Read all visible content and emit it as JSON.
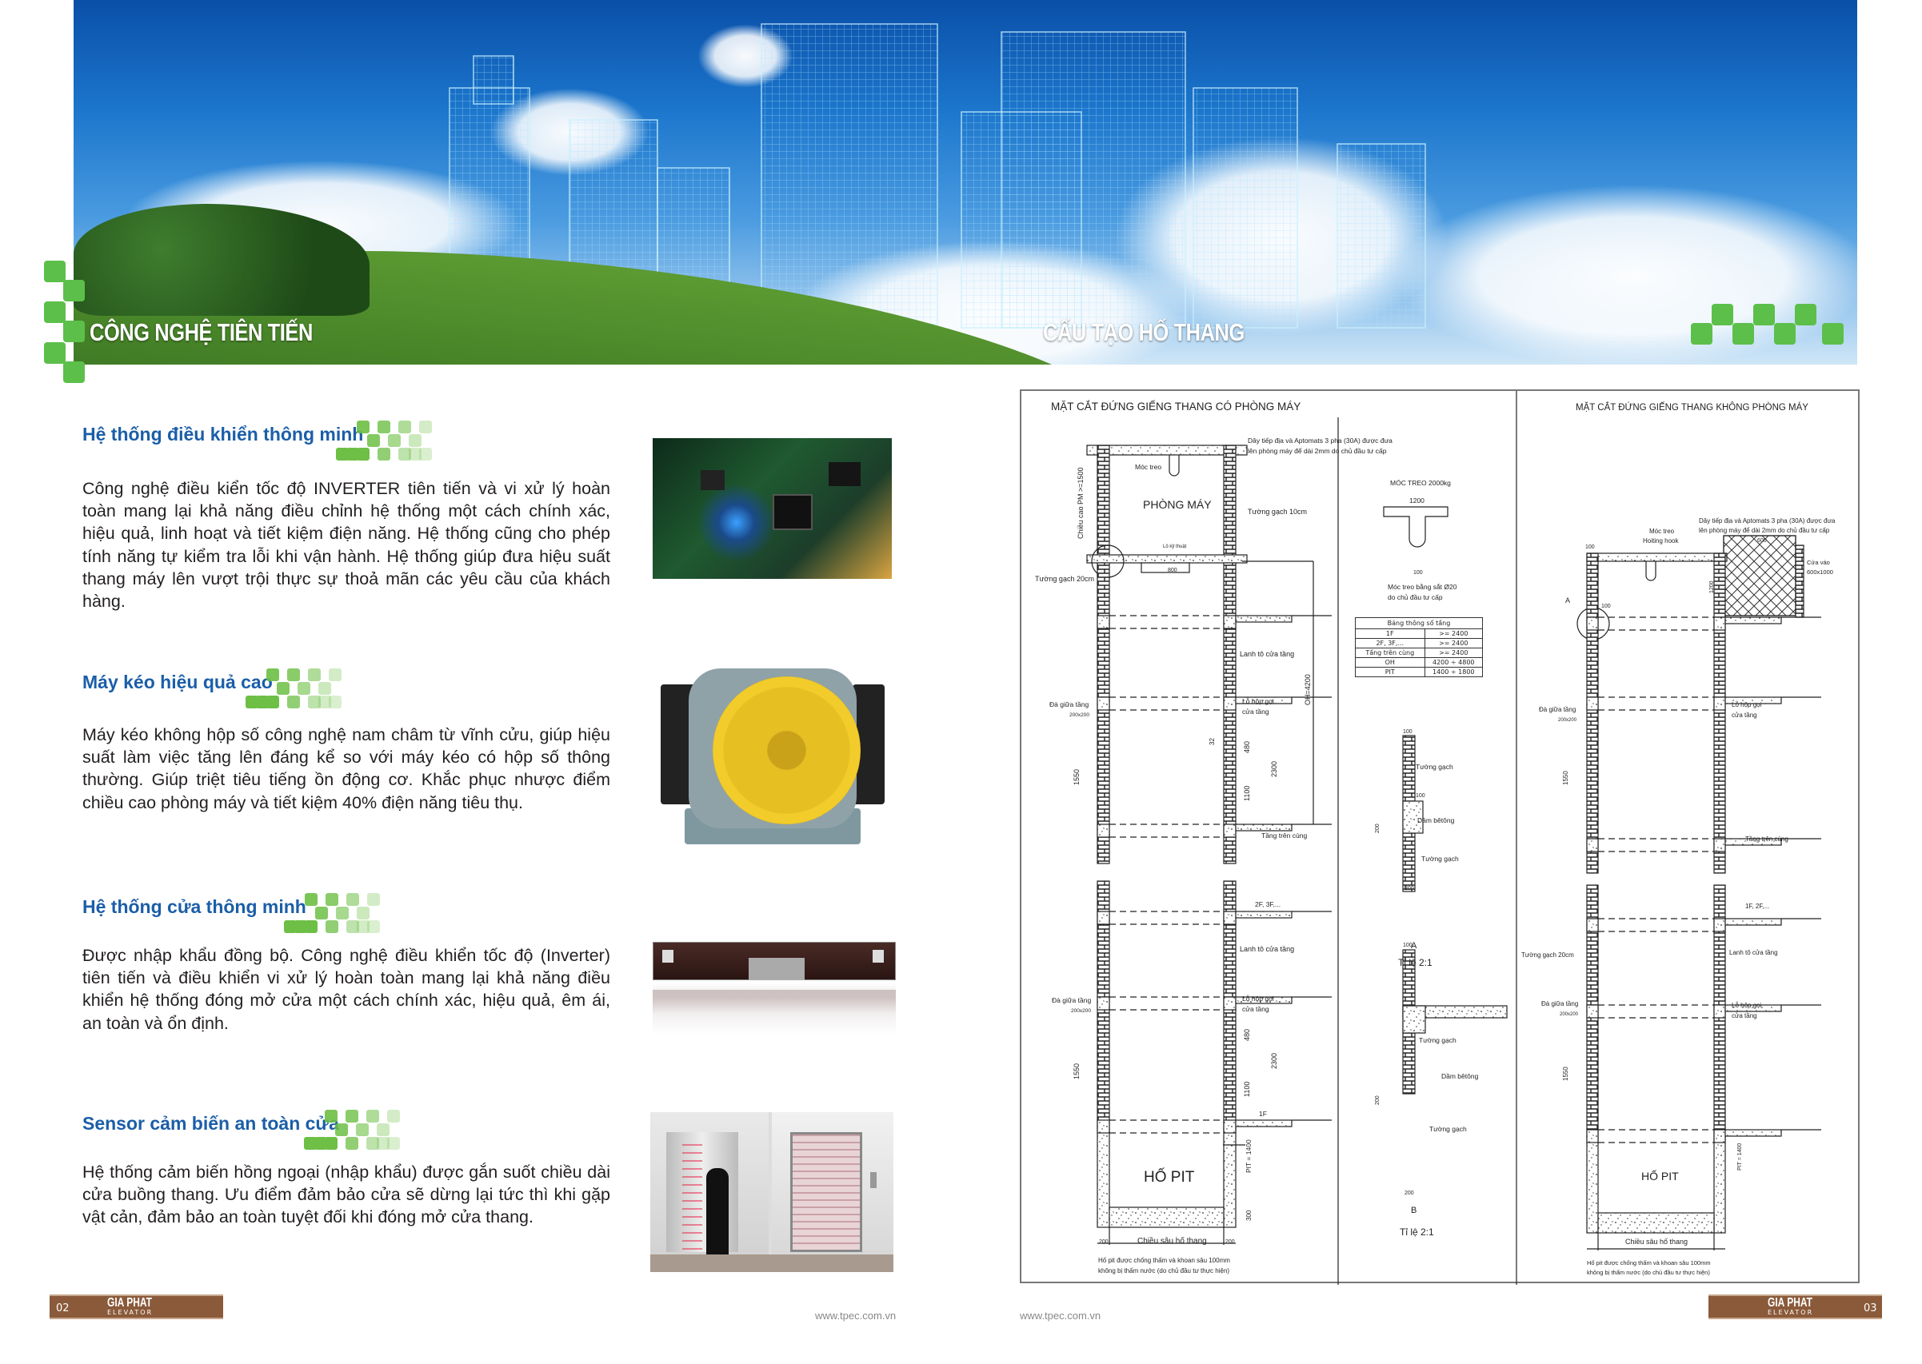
{
  "banner": {
    "left_title": "CÔNG NGHỆ TIÊN TIẾN",
    "right_title": "CẤU TẠO HỐ THANG"
  },
  "colors": {
    "heading_blue": "#1b5ea8",
    "accent_green": "#5cbf4a",
    "footer_brown": "#8a5a3a"
  },
  "features": [
    {
      "heading": "Hệ thống điều khiển thông minh",
      "body": "Công nghệ điều kiển tốc độ INVERTER tiên tiến và vi xử lý hoàn toàn mang lại khả năng điều chỉnh hệ thống một cách chính xác, hiệu quả, linh hoạt và tiết kiệm điện năng. Hệ thống cũng cho phép tính năng tự kiểm tra lỗi khi vận hành. Hệ thống giúp đưa hiệu suất thang máy lên vượt trội thực sự thoả mãn các yêu cầu của khách hàng.",
      "image": "circuit-board-photo"
    },
    {
      "heading": "Máy kéo hiệu quả cao",
      "body": "Máy kéo không hộp số công nghệ nam châm từ vĩnh cửu, giúp hiệu suất làm việc tăng lên đáng kể so với máy kéo có hộp số thông thường. Giúp triệt tiêu tiếng ồn động cơ. Khắc phục nhược điểm chiều cao phòng máy và tiết kiệm 40% điện năng tiêu thụ.",
      "image": "traction-machine-photo"
    },
    {
      "heading": "Hệ thống cửa thông minh",
      "body": "Được nhập khẩu đồng bộ. Công nghệ điều khiển tốc độ (Inverter) tiên tiến và điều khiển vi xử lý hoàn toàn mang lại khả năng điều khiển hệ thống đóng mở cửa một cách chính xác, hiệu quả, êm ái, an toàn và ổn định.",
      "image": "door-operator-photo"
    },
    {
      "heading": "Sensor cảm biến an toàn cửa",
      "body": "Hệ thống cảm biến hồng ngoại (nhập khẩu) được gắn suốt chiều dài cửa buồng thang. Ưu điểm đảm bảo cửa sẽ dừng lại tức thì khi gặp vật cản, đảm bảo an toàn tuyệt đối khi đóng mở cửa thang.",
      "image": "door-sensor-photo"
    }
  ],
  "diagram": {
    "title_with_room": "MẶT CẮT ĐỨNG GIẾNG THANG CÓ PHÒNG MÁY",
    "title_without_room": "MẶT CẮT ĐỨNG GIẾNG THANG KHÔNG PHÒNG MÁY",
    "labels": {
      "cable1": "Dây tiếp địa và Aptomats 3 pha (30A) được đưa",
      "cable2": "lên phòng máy để dài 2mm do chủ đầu tư cấp",
      "hook": "Móc treo",
      "machine_room": "PHÒNG MÁY",
      "wall10": "Tường gạch 10cm",
      "room_height": "Chiều cao PM >=1500",
      "tech_hole": "Lô kỹ thuật",
      "d800": "800",
      "d100": "100",
      "d200": "200",
      "d300": "300",
      "wall20": "Tường gạch 20cm",
      "lintel": "Lanh tô cửa tầng",
      "oh": "OH=4200",
      "beam": "Đà giữa tầng",
      "beam_size": "200x200",
      "call_box1": "Lỗ hộp gọi",
      "call_box2": "cửa tầng",
      "d1550": "1550",
      "d480": "480",
      "d1100": "1100",
      "d2300": "2300",
      "d32": "32",
      "top_floor": "Tầng trên cùng",
      "floors_2f": "2F, 3F,...",
      "floor_1f": "1F",
      "pit": "HỐ PIT",
      "pit_depth": "PIT = 1400",
      "shaft_depth": "Chiều sâu hố thang",
      "pit_note1": "Hố pit được chống thấm và khoan sâu 100mm",
      "pit_note2": "không bị thấm nước (do chủ đầu tư thực hiện)",
      "hook_title": "MÓC TREO 2000kg",
      "d1200": "1200",
      "hook_note1": "Móc treo bằng sắt Ø20",
      "hook_note2": "do chủ đầu tư cấp",
      "brick": "Tường gạch",
      "concrete_beam": "Dầm bêtông",
      "detail_a": "A",
      "detail_b": "B",
      "scale": "Tỉ lệ 2:1",
      "hoist_hook": "Hoiting hook",
      "d600": "600",
      "access_door": "Cửa vào",
      "access_size": "600x1000",
      "floors_1f2f": "1F, 2F,..."
    },
    "floor_table": {
      "title": "Bảng thông số tầng",
      "rows": [
        [
          "1F",
          ">= 2400"
        ],
        [
          "2F, 3F,...",
          ">= 2400"
        ],
        [
          "Tầng trên cùng",
          ">= 2400"
        ],
        [
          "OH",
          "4200 ÷ 4800"
        ],
        [
          "PIT",
          "1400 ÷ 1800"
        ]
      ]
    }
  },
  "footer": {
    "brand": "GIA PHAT",
    "brand_sub": "ELEVATOR",
    "page_left": "02",
    "page_right": "03",
    "url_left": "www.tpec.com.vn",
    "url_right": "www.tpec.com.vn"
  }
}
